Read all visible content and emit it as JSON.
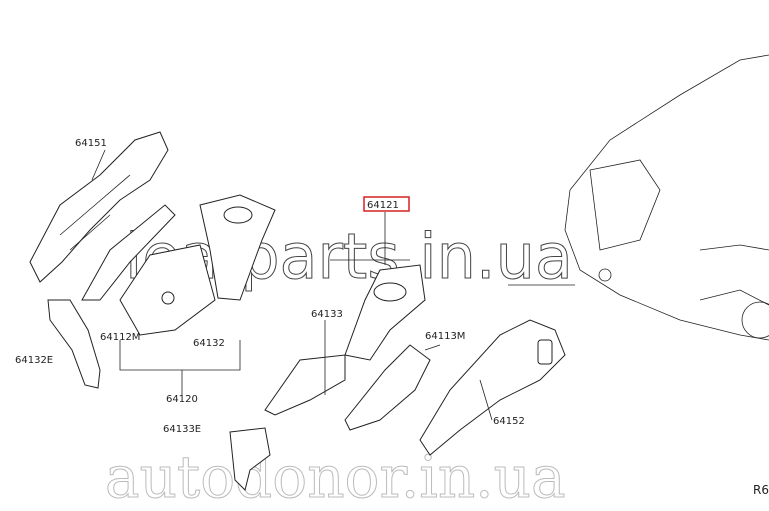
{
  "labels": {
    "p64151": "64151",
    "p64132E": "64132E",
    "p64112M": "64112M",
    "p64132": "64132",
    "p64120": "64120",
    "p64121": "64121",
    "p64133": "64133",
    "p64113M": "64113M",
    "p64133E": "64133E",
    "p64152": "64152",
    "ref": "R6"
  },
  "highlight_color": "#d62020",
  "watermarks": {
    "top": "leafparts.in.ua",
    "bottom": "autodonor.in.ua"
  }
}
